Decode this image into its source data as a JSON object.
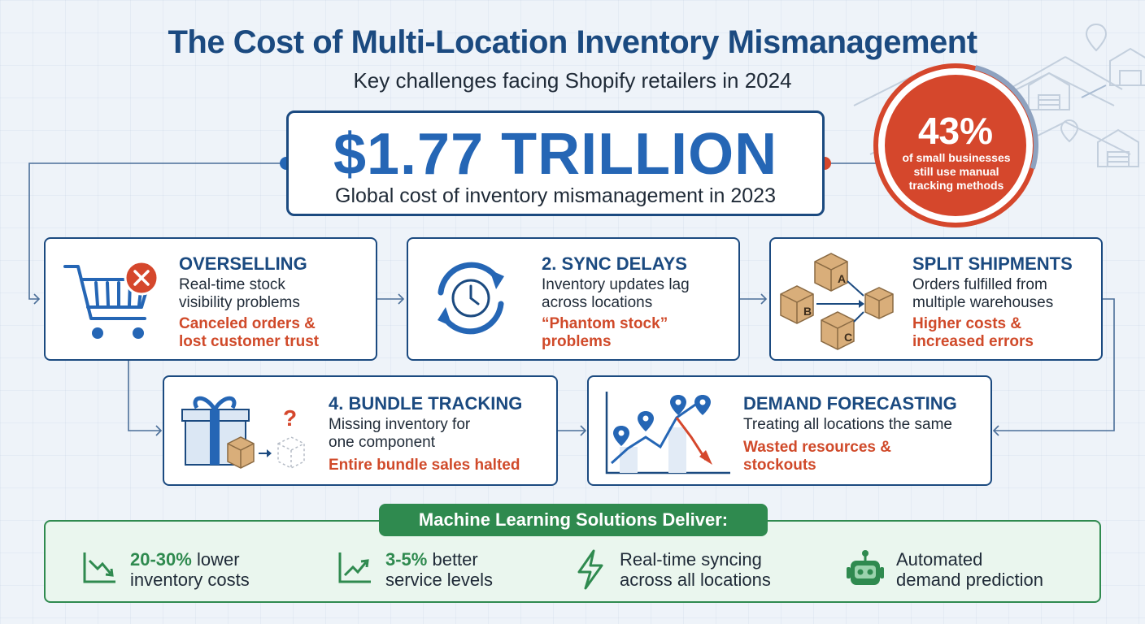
{
  "header": {
    "title": "The Cost of Multi-Location Inventory Mismanagement",
    "subtitle": "Key challenges facing Shopify retailers in 2024"
  },
  "hero": {
    "value": "$1.77 TRILLION",
    "label": "Global cost of inventory mismanagement in 2023"
  },
  "stat_circle": {
    "value": "43%",
    "label_line1": "of small businesses",
    "label_line2": "still use manual",
    "label_line3": "tracking methods",
    "share": 0.43
  },
  "challenges": [
    {
      "title": "OVERSELLING",
      "desc_line1": "Real-time stock",
      "desc_line2": "visibility problems",
      "impact_line1": "Canceled orders &",
      "impact_line2": "lost customer trust",
      "icon": "shopping-cart-error-icon"
    },
    {
      "title": "2. SYNC DELAYS",
      "desc_line1": "Inventory updates lag",
      "desc_line2": "across locations",
      "impact_line1": "“Phantom stock”",
      "impact_line2": "problems",
      "icon": "sync-clock-icon"
    },
    {
      "title": "SPLIT SHIPMENTS",
      "desc_line1": "Orders fulfilled from",
      "desc_line2": "multiple warehouses",
      "impact_line1": "Higher costs &",
      "impact_line2": "increased errors",
      "icon": "split-boxes-icon",
      "box_labels": [
        "A",
        "B",
        "C"
      ]
    },
    {
      "title": "4. BUNDLE TRACKING",
      "desc_line1": "Missing inventory for",
      "desc_line2": "one component",
      "impact_line1": "Entire bundle sales halted",
      "impact_line2": "",
      "icon": "gift-bundle-icon",
      "mark": "?"
    },
    {
      "title": "DEMAND FORECASTING",
      "desc_line1": "Treating all locations the same",
      "desc_line2": "",
      "impact_line1": "Wasted resources &",
      "impact_line2": "stockouts",
      "icon": "forecast-chart-icon"
    }
  ],
  "solutions": {
    "header": "Machine Learning Solutions Deliver:",
    "items": [
      {
        "highlight": "20-30%",
        "rest": " lower",
        "line2": "inventory costs",
        "icon": "trend-down-icon"
      },
      {
        "highlight": "3-5%",
        "rest": " better",
        "line2": "service levels",
        "icon": "trend-up-icon"
      },
      {
        "highlight": "",
        "rest": "Real-time syncing",
        "line2": "across all locations",
        "icon": "lightning-icon"
      },
      {
        "highlight": "",
        "rest": "Automated",
        "line2": "demand prediction",
        "icon": "robot-icon"
      }
    ]
  },
  "colors": {
    "navy": "#1b4a80",
    "blue": "#2566b5",
    "red": "#d5472c",
    "impact": "#d04a2a",
    "green": "#2f8a4f",
    "background": "#eef3f9"
  }
}
